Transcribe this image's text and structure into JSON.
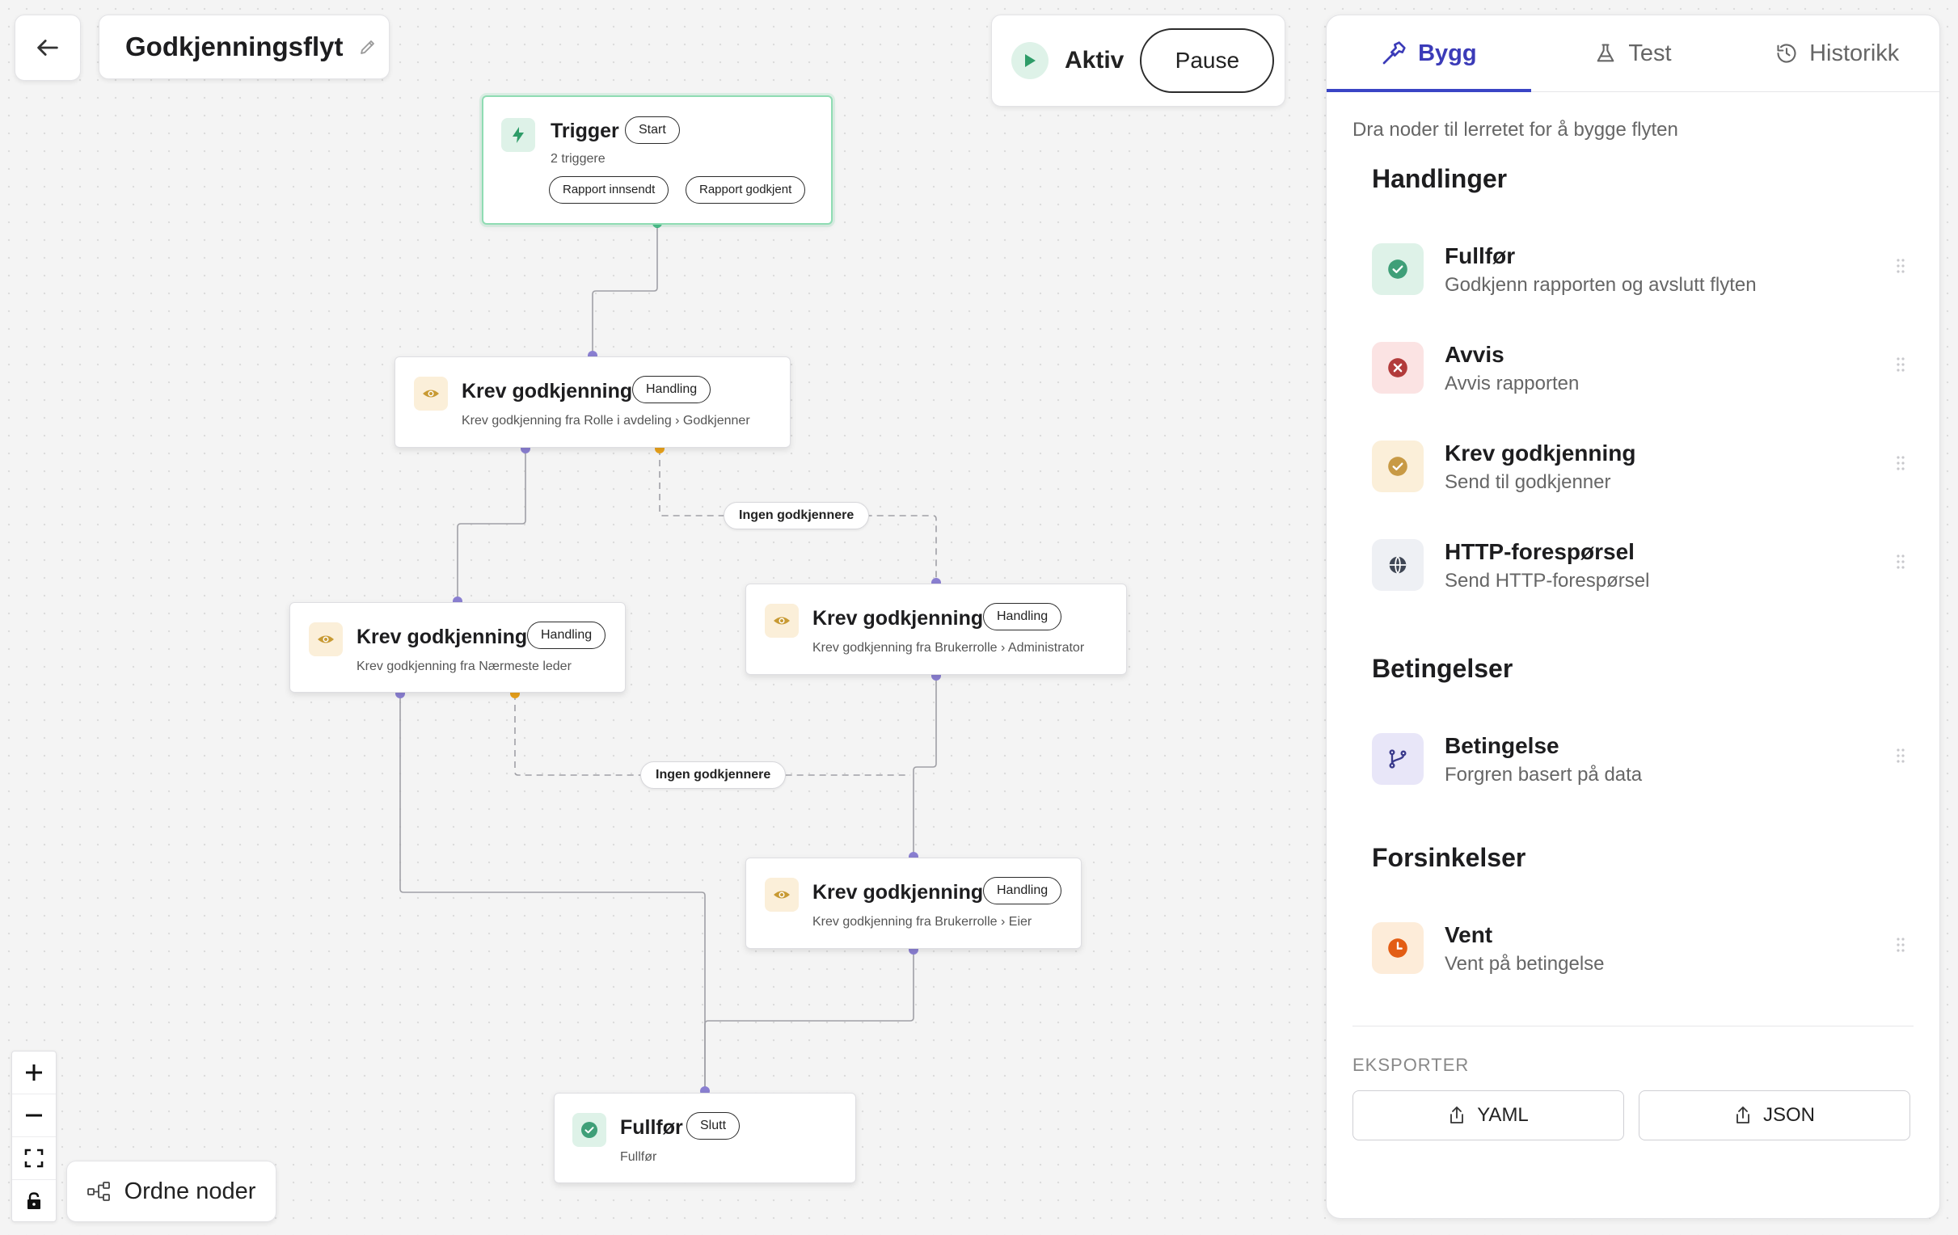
{
  "header": {
    "title": "Godkjenningsflyt"
  },
  "status": {
    "state": "Aktiv",
    "pause_label": "Pause"
  },
  "nodes": {
    "trigger": {
      "title": "Trigger",
      "badge": "Start",
      "sub": "2 triggere",
      "chips": [
        "Rapport innsendt",
        "Rapport godkjent"
      ]
    },
    "n1": {
      "title": "Krev godkjenning",
      "badge": "Handling",
      "sub": "Krev godkjenning fra Rolle i avdeling › Godkjenner"
    },
    "n2": {
      "title": "Krev godkjenning",
      "badge": "Handling",
      "sub": "Krev godkjenning fra Nærmeste leder"
    },
    "n3": {
      "title": "Krev godkjenning",
      "badge": "Handling",
      "sub": "Krev godkjenning fra Brukerrolle › Administrator"
    },
    "n4": {
      "title": "Krev godkjenning",
      "badge": "Handling",
      "sub": "Krev godkjenning fra Brukerrolle › Eier"
    },
    "end": {
      "title": "Fullfør",
      "badge": "Slutt",
      "sub": "Fullfør"
    }
  },
  "edge_labels": [
    "Ingen godkjennere",
    "Ingen godkjennere"
  ],
  "canvas": {
    "arrange_label": "Ordne noder"
  },
  "panel": {
    "tabs": [
      "Bygg",
      "Test",
      "Historikk"
    ],
    "hint": "Dra noder til lerretet for å bygge flyten",
    "sections": [
      {
        "title": "Handlinger",
        "items": [
          {
            "name": "Fullfør",
            "desc": "Godkjenn rapporten og avslutt flyten",
            "icon": "check-circle-icon"
          },
          {
            "name": "Avvis",
            "desc": "Avvis rapporten",
            "icon": "x-circle-icon"
          },
          {
            "name": "Krev godkjenning",
            "desc": "Send til godkjenner",
            "icon": "check-circle-icon"
          },
          {
            "name": "HTTP-forespørsel",
            "desc": "Send HTTP-forespørsel",
            "icon": "globe-icon"
          }
        ]
      },
      {
        "title": "Betingelser",
        "items": [
          {
            "name": "Betingelse",
            "desc": "Forgren basert på data",
            "icon": "branch-icon"
          }
        ]
      },
      {
        "title": "Forsinkelser",
        "items": [
          {
            "name": "Vent",
            "desc": "Vent på betingelse",
            "icon": "clock-icon"
          }
        ]
      }
    ],
    "export": {
      "title": "EKSPORTER",
      "yaml": "YAML",
      "json": "JSON"
    }
  },
  "colors": {
    "accent": "#3a44c5",
    "edge": "#9a9aa0",
    "handle": "#8a7fd1",
    "handle_alt": "#e9a21b",
    "trigger_border": "#8fdcb3"
  }
}
